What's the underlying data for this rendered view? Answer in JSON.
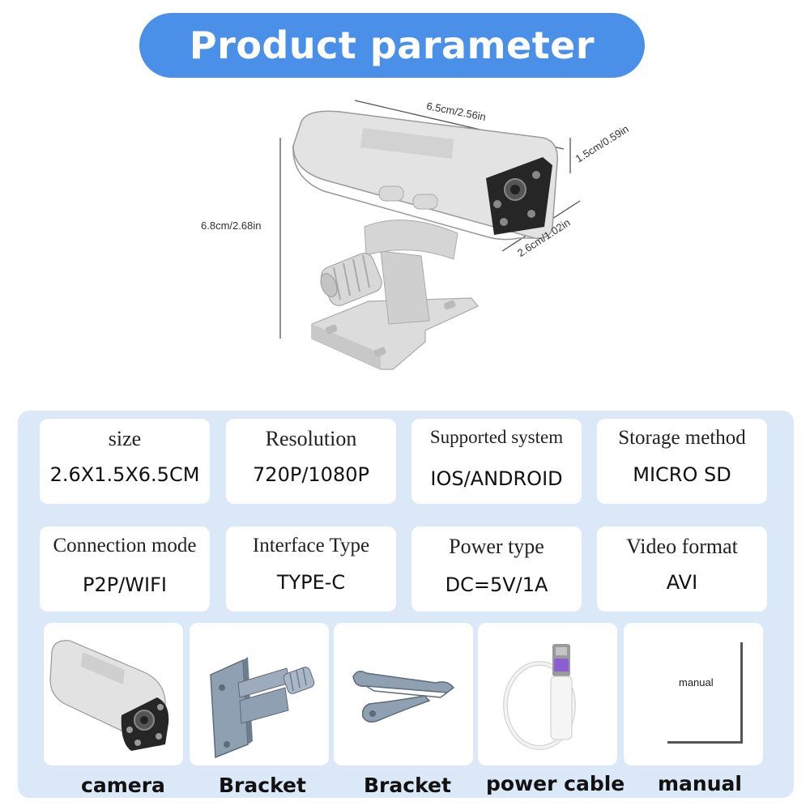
{
  "title": "Product parameter",
  "dimensions": {
    "length": "6.5cm/2.56in",
    "height_front": "1.5cm/0.59in",
    "total_height": "6.8cm/2.68in",
    "depth": "2.6cm/1.02in"
  },
  "params": [
    {
      "label": "size",
      "value": "2.6X1.5X6.5CM"
    },
    {
      "label": "Resolution",
      "value": "720P/1080P"
    },
    {
      "label": "Supported system",
      "value": "IOS/ANDROID"
    },
    {
      "label": "Storage method",
      "value": "MICRO SD"
    },
    {
      "label": "Connection mode",
      "value": "P2P/WIFI"
    },
    {
      "label": "Interface Type",
      "value": "TYPE-C"
    },
    {
      "label": "Power type",
      "value": "DC=5V/1A"
    },
    {
      "label": "Video format",
      "value": "AVI"
    }
  ],
  "accessories": [
    {
      "label": "camera",
      "icon": "camera-icon"
    },
    {
      "label": "Bracket",
      "icon": "wall-bracket-icon"
    },
    {
      "label": "Bracket",
      "icon": "flat-bracket-icon"
    },
    {
      "label": "power cable",
      "icon": "usb-cable-icon"
    },
    {
      "label": "manual",
      "icon": "manual-icon",
      "inner_text": "manual"
    }
  ],
  "colors": {
    "accent": "#4a8fe8",
    "panel": "#dbe8f8"
  }
}
